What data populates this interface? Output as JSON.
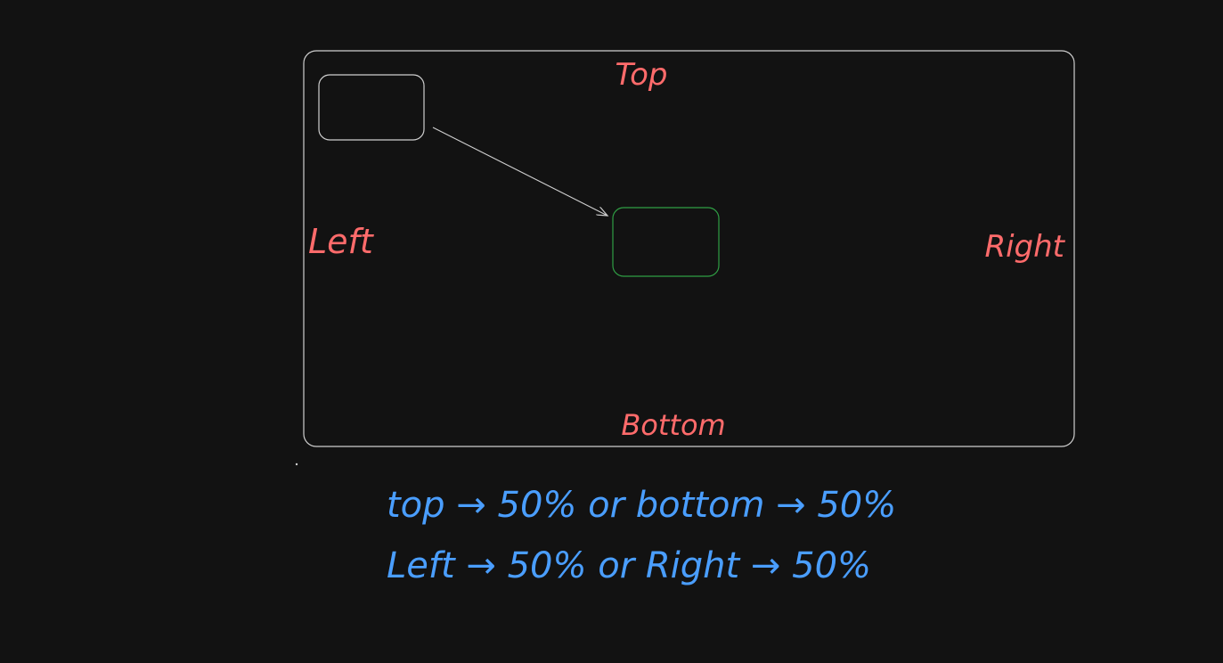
{
  "colors": {
    "background": "#121212",
    "outline": "#cfcfcf",
    "label": "#ff6b6b",
    "highlight_box": "#2f9e44",
    "note": "#4a9eff"
  },
  "labels": {
    "top": "Top",
    "left": "Left",
    "right": "Right",
    "bottom": "Bottom"
  },
  "notes": {
    "line1": "top → 50% or bottom → 50%",
    "line2": "Left → 50% or Right → 50%"
  }
}
